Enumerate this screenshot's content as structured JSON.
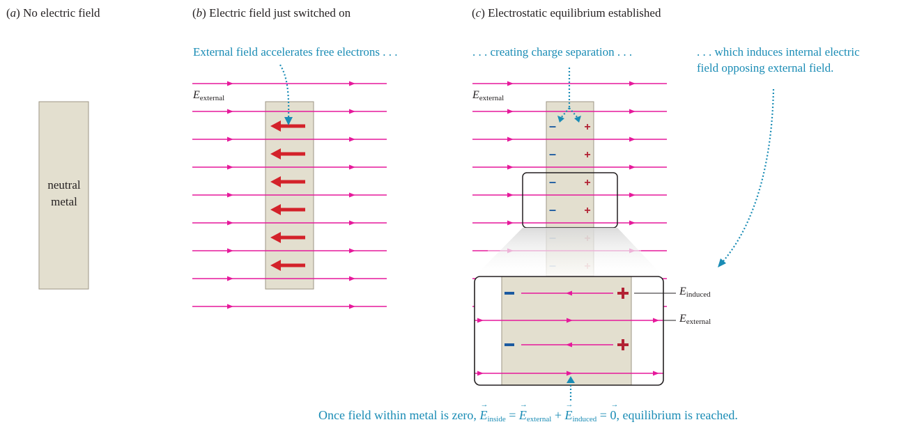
{
  "panels": {
    "a": {
      "letter": "a",
      "title": "No electric field",
      "metal_label_1": "neutral",
      "metal_label_2": "metal"
    },
    "b": {
      "letter": "b",
      "title": "Electric field just switched on",
      "annotation": "External field accelerates free electrons . . ."
    },
    "c": {
      "letter": "c",
      "title": "Electrostatic equilibrium established",
      "annotation_1": ". . . creating charge separation . . .",
      "annotation_2_line1": ". . . which induces internal electric",
      "annotation_2_line2": "field opposing external field."
    }
  },
  "labels": {
    "E_symbol": "E",
    "external_sub": "external",
    "induced_sub": "induced",
    "inside_sub": "inside"
  },
  "charges": {
    "minus": "–",
    "plus": "+"
  },
  "equation": {
    "prefix": "Once field within metal is zero,",
    "equals": "=",
    "plus": "+",
    "zero": "0",
    "suffix": ", equilibrium is reached."
  },
  "colors": {
    "field_line": "#e6199b",
    "electron_arrow": "#d3222a",
    "metal_fill": "#e3dfcf",
    "metal_stroke": "#9c9684",
    "annotation": "#1a8cb5",
    "minus": "#1b5aa0",
    "plus": "#b22234"
  }
}
